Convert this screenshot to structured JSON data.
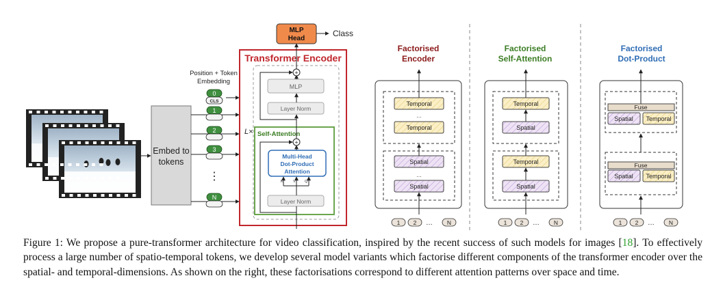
{
  "figure": {
    "pos_embed_label": "Position + Token",
    "pos_embed_label2": "Embedding",
    "cls_label": "CLS",
    "token_nums": [
      "0",
      "1",
      "2",
      "3",
      "N"
    ],
    "dots": "⋮",
    "embed_block_line1": "Embed to",
    "embed_block_line2": "tokens",
    "mlp_head_line1": "MLP",
    "mlp_head_line2": "Head",
    "class_label": "Class",
    "encoder_title": "Transformer Encoder",
    "l_times": "L×",
    "mlp_block": "MLP",
    "layer_norm": "Layer Norm",
    "self_attention": "Self-Attention",
    "mhdpa_line1": "Multi-Head",
    "mhdpa_line2": "Dot-Product",
    "mhdpa_line3": "Attention",
    "kqv": [
      "K",
      "V",
      "Q"
    ],
    "plus": "+",
    "variants": [
      {
        "title1": "Factorised",
        "title2": "Encoder",
        "color": "#8b1a1a"
      },
      {
        "title1": "Factorised",
        "title2": "Self-Attention",
        "color": "#3b7d23"
      },
      {
        "title1": "Factorised",
        "title2": "Dot-Product",
        "color": "#2f6db5"
      }
    ],
    "temporal": "Temporal",
    "spatial": "Spatial",
    "fuse": "Fuse",
    "bottom_tokens": [
      "1",
      "2",
      "…",
      "N"
    ]
  },
  "caption": {
    "prefix": "Figure 1: We propose a pure-transformer architecture for video classification, inspired by the recent success of such models for images [",
    "ref": "18",
    "suffix": "]. To effectively process a large number of spatio-temporal tokens, we develop several model variants which factorise different components of the transformer encoder over the spatial- and temporal-dimensions. As shown on the right, these factorisations correspond to different attention patterns over space and time."
  },
  "colors": {
    "encoder_red": "#c0262c",
    "self_attn_green": "#5b9b3a",
    "mlp_head_orange": "#f08a4b",
    "embed_gray": "#d9d9d9",
    "temporal_fill": "#fbefc6",
    "spatial_fill": "#e9dcf2",
    "fuse_fill": "#e8dccb",
    "mhdpa_blue": "#2f6db5",
    "token_green": "#3f8f3f"
  }
}
